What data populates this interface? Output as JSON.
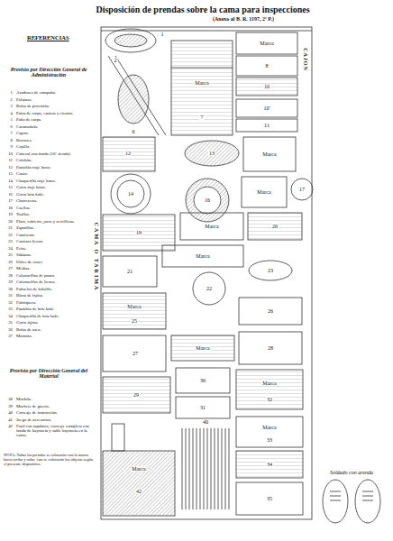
{
  "diagram": {
    "title": "Disposición de prendas sobre la cama para inspecciones",
    "labels": [
      "(Anexo al B. R. 1197, 2ª P.)",
      "REFERENCIAS",
      "Provisto por Dirección General de Administración",
      "1",
      "Azadones de campaña.",
      "2",
      "Polainas.",
      "3",
      "Bolsa de provisión.",
      "4",
      "Palos de carpa, estacas y vientos.",
      "5",
      "Paño de carpa.",
      "6",
      "Caramañola.",
      "7",
      "Capote.",
      "8",
      "Buzones.",
      "9",
      "Cepillo.",
      "10",
      "Cabezal con funda (10° tienda).",
      "11",
      "Colchón.",
      "12",
      "Pantalón traje bono.",
      "13",
      "Casco.",
      "14",
      "Chaquetilla traje bono.",
      "15",
      "Gorra traje bono.",
      "16",
      "Gorra brin kaki.",
      "17",
      "Charreteras.",
      "18",
      "Cuellos.",
      "19",
      "Toallas.",
      "20",
      "Plato, cubierto, jarro y servilletas.",
      "21",
      "Zapatillas.",
      "22",
      "Camisetas.",
      "23",
      "Camisas lienzo.",
      "24",
      "Peine.",
      "25",
      "Sábanas.",
      "26",
      "Útiles de coser.",
      "27",
      "Medias.",
      "28",
      "Calzoncillos de punto.",
      "29",
      "Calzoncillos de lienzo.",
      "30",
      "Pañuelos de bolsillo.",
      "31",
      "Blusa de fajina.",
      "32",
      "Faltriquera.",
      "33",
      "Pantalón de brin kaki.",
      "34",
      "Chaquetilla de brin kaki.",
      "35",
      "Gorra fajina.",
      "36",
      "Bolsa de aseo.",
      "37",
      "Marmita.",
      "Provisto por Dirección General del Material",
      "38",
      "Mochila.",
      "39",
      "Machete de guerra.",
      "40",
      "Correaje de instrucción.",
      "41",
      "Juego de accesorios.",
      "42",
      "Fusil con tapaboca, correaje completo con funda de bayoneta y sable bayoneta en la vaina.",
      "NOTA: Todas las prendas se colocarán con la marca hacia arriba y sobre ésta se colocarán los objetos según el presente dispositivo.",
      "CAJON",
      "CAMA O TARIMA",
      "Soldado con arenda",
      "1",
      "2",
      "6",
      "Marca",
      "7",
      "Marca",
      "8",
      "10",
      "10'",
      "11",
      "12",
      "13",
      "Marca",
      "14",
      "16",
      "Marca",
      "17",
      "19",
      "Marca",
      "20",
      "21",
      "Marca",
      "22",
      "23",
      "Marca",
      "25",
      "26",
      "27",
      "Marca",
      "28",
      "29",
      "30",
      "31",
      "Marca",
      "32",
      "Marca",
      "42",
      "40",
      "Marca",
      "33",
      "34",
      "35"
    ]
  }
}
